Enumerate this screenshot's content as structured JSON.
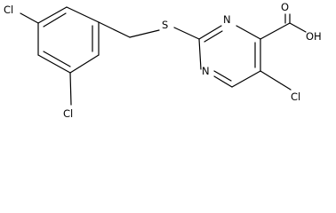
{
  "molecule": {
    "atoms": {
      "cl_top": "Cl",
      "cl_ortho": "Cl",
      "sulfur": "S",
      "n_upper": "N",
      "n_lower": "N",
      "oxygen_carbonyl": "O",
      "hydroxyl": "OH",
      "cl_pyrimidine": "Cl"
    }
  }
}
